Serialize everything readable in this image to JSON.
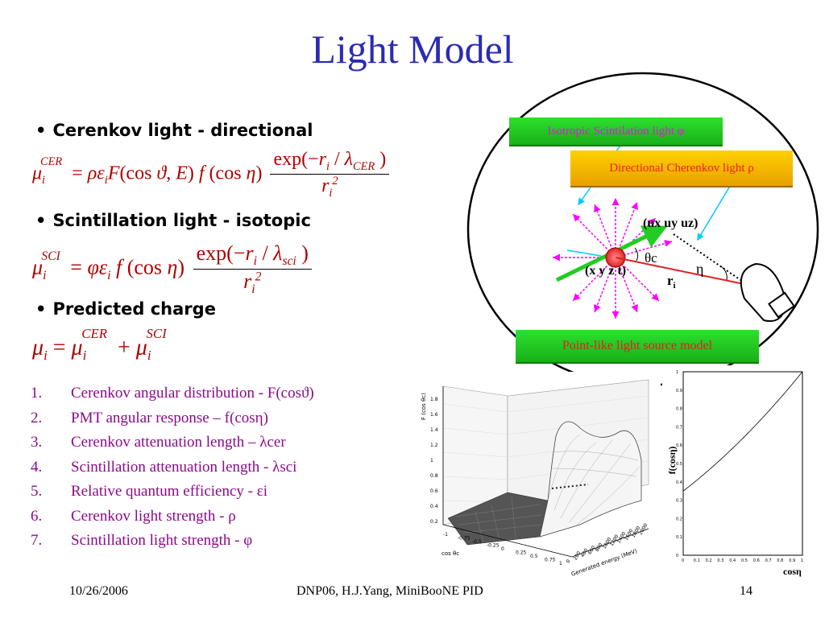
{
  "slide": {
    "title": "Light Model",
    "bullets": [
      "Cerenkov light - directional",
      "Scintillation light - isotopic",
      "Predicted charge"
    ],
    "list": [
      {
        "num": "1.",
        "text": "Cerenkov angular distribution - F(cosϑ)"
      },
      {
        "num": "2.",
        "text": "PMT angular response –  f(cosη)"
      },
      {
        "num": "3.",
        "text": "Cerenkov attenuation length – λcer"
      },
      {
        "num": "4.",
        "text": "Scintillation attenuation length - λsci"
      },
      {
        "num": "5.",
        "text": "Relative quantum efficiency - εi"
      },
      {
        "num": "6.",
        "text": "Cerenkov light strength - ρ"
      },
      {
        "num": "7.",
        "text": "Scintillation light strength - φ"
      }
    ],
    "footer": {
      "date": "10/26/2006",
      "center": "DNP06, H.J.Yang,  MiniBooNE PID",
      "page": "14"
    }
  },
  "diagram": {
    "isotropic_label": "Isotropic Scintilation light  φ",
    "directional_label": "Directional Cherenkov light ρ",
    "source_label": "Point-like light source model",
    "direction_label": "(ux uy uz)",
    "position_label": "(x y z t)",
    "theta_label": "θc",
    "eta_label": "η",
    "r_label": "r",
    "r_sub": "i"
  },
  "plots": {
    "surface": {
      "z_label": "F (cos θc)",
      "x_label": "cos θc",
      "y_label": "Generated energy (MeV)",
      "z_ticks": [
        "0.2",
        "0.4",
        "0.6",
        "0.8",
        "1",
        "1.2",
        "1.4",
        "1.6",
        "1.8"
      ],
      "x_ticks": [
        "-1",
        "-0.75",
        "-0.5",
        "-0.25",
        "0",
        "0.25",
        "0.5",
        "0.75",
        "1"
      ],
      "y_ticks": [
        "0",
        "200",
        "400",
        "600",
        "800",
        "1000",
        "1200",
        "1400",
        "1600",
        "1800",
        "2000"
      ]
    },
    "curve": {
      "x_label": "cosη",
      "y_label": "f(cosη)",
      "x_ticks": [
        "0",
        "0.1",
        "0.2",
        "0.3",
        "0.4",
        "0.5",
        "0.6",
        "0.7",
        "0.8",
        "0.9",
        "1"
      ],
      "y_ticks": [
        "0",
        "0.1",
        "0.2",
        "0.3",
        "0.4",
        "0.5",
        "0.6",
        "0.7",
        "0.8",
        "0.9",
        "1"
      ]
    }
  },
  "colors": {
    "title": "#2b2bb4",
    "equation": "#b00000",
    "list": "#8b0a8b",
    "label_green": "#22cc22",
    "label_gold": "#f0b400"
  }
}
